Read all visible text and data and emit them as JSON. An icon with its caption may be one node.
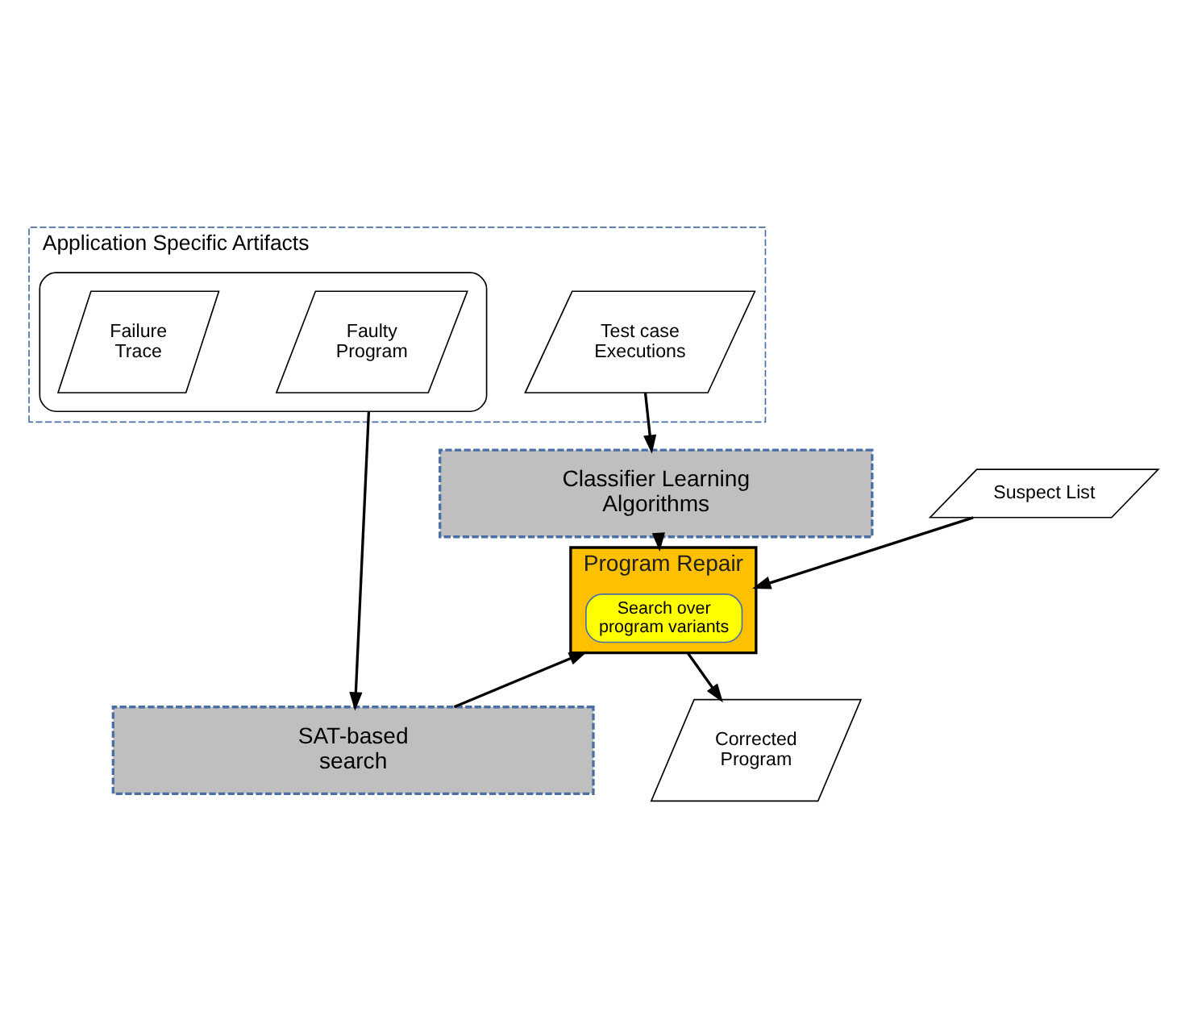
{
  "diagram": {
    "nodes": [
      {
        "text": [
          "Application Specific Artifacts"
        ]
      },
      {
        "text": [],
        "shape": "box",
        "in": 0
      },
      {
        "text": [
          "Faulty Program"
        ],
        "in": 1
      },
      {
        "text": [
          "Failure Trace"
        ],
        "in": 1
      },
      {
        "text": [
          "Test case Executions"
        ],
        "in": 0
      },
      {
        "text": [
          "Classifier Learning Algorithms"
        ]
      },
      {
        "text": [
          "Suspect List"
        ]
      },
      {
        "text": [
          "Program Repair"
        ]
      },
      {
        "text": [
          "Search over program variants"
        ],
        "in": 7
      },
      {
        "text": [
          "Corrected Program"
        ]
      },
      {
        "text": [
          "SAT-based search"
        ]
      }
    ],
    "edges": [
      {
        "from": 4,
        "to": 5,
        "arrow": "to"
      },
      {
        "from": 5,
        "to": 7,
        "arrow": "to"
      },
      {
        "from": 6,
        "to": 7,
        "arrow": "to"
      },
      {
        "from": 7,
        "to": 9,
        "arrow": "to"
      },
      {
        "from": 10,
        "to": 7,
        "arrow": "to"
      },
      {
        "from": 1,
        "to": 10,
        "arrow": "to"
      }
    ]
  }
}
